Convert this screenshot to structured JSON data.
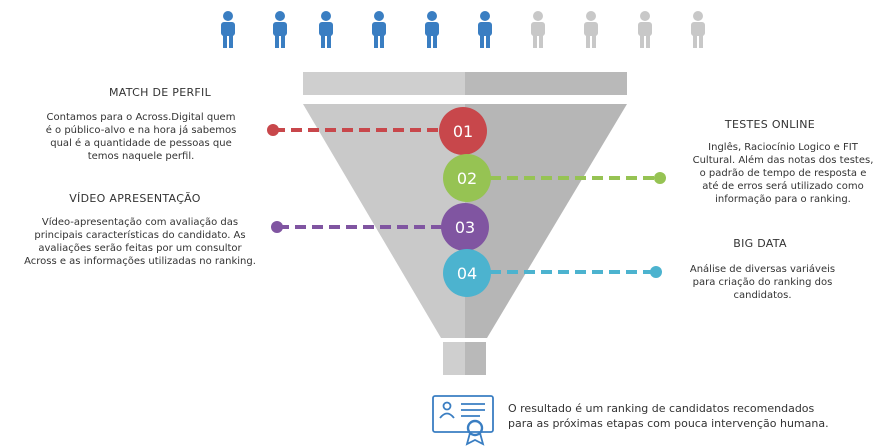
{
  "people": {
    "total": 10,
    "highlighted": 6,
    "active_color": "#3a7ec2",
    "inactive_color": "#c8c8c8"
  },
  "funnel": {
    "left_color": "#c9c9c9",
    "right_color": "#b6b6b6",
    "top_left_color": "#cfcfcf",
    "top_right_color": "#b9b9b9"
  },
  "steps": [
    {
      "number": "01",
      "color": "#c8474b",
      "side": "left"
    },
    {
      "number": "02",
      "color": "#96c353",
      "side": "right"
    },
    {
      "number": "03",
      "color": "#8055a1",
      "side": "left"
    },
    {
      "number": "04",
      "color": "#4cb3cf",
      "side": "right"
    }
  ],
  "sections": {
    "match": {
      "title": "MATCH DE PERFIL",
      "lines": [
        "Contamos para o Across.Digital quem",
        "é o público-alvo e na hora já sabemos",
        "qual é a quantidade de pessoas que",
        "temos naquele perfil."
      ]
    },
    "video": {
      "title": "VÍDEO APRESENTAÇÃO",
      "lines": [
        "Vídeo-apresentação com avaliação das",
        "principais características do candidato. As",
        "avaliações serão feitas por um consultor",
        "Across e as informações utilizadas no ranking."
      ]
    },
    "testes": {
      "title": "TESTES ONLINE",
      "lines": [
        "Inglês, Raciocínio Logico e FIT",
        "Cultural. Além das notas dos testes,",
        "o padrão de tempo de resposta e",
        "até de erros será utilizado como",
        "informação para o ranking."
      ]
    },
    "bigdata": {
      "title": "BIG DATA",
      "lines": [
        "Análise de diversas variáveis",
        "para criação do ranking dos",
        "candidatos."
      ]
    }
  },
  "result": {
    "lines": [
      "O resultado é um ranking de candidatos recomendados",
      "para as próximas etapas com pouca intervenção humana."
    ],
    "icon": "certificate-icon",
    "icon_color": "#3a7ec2"
  }
}
